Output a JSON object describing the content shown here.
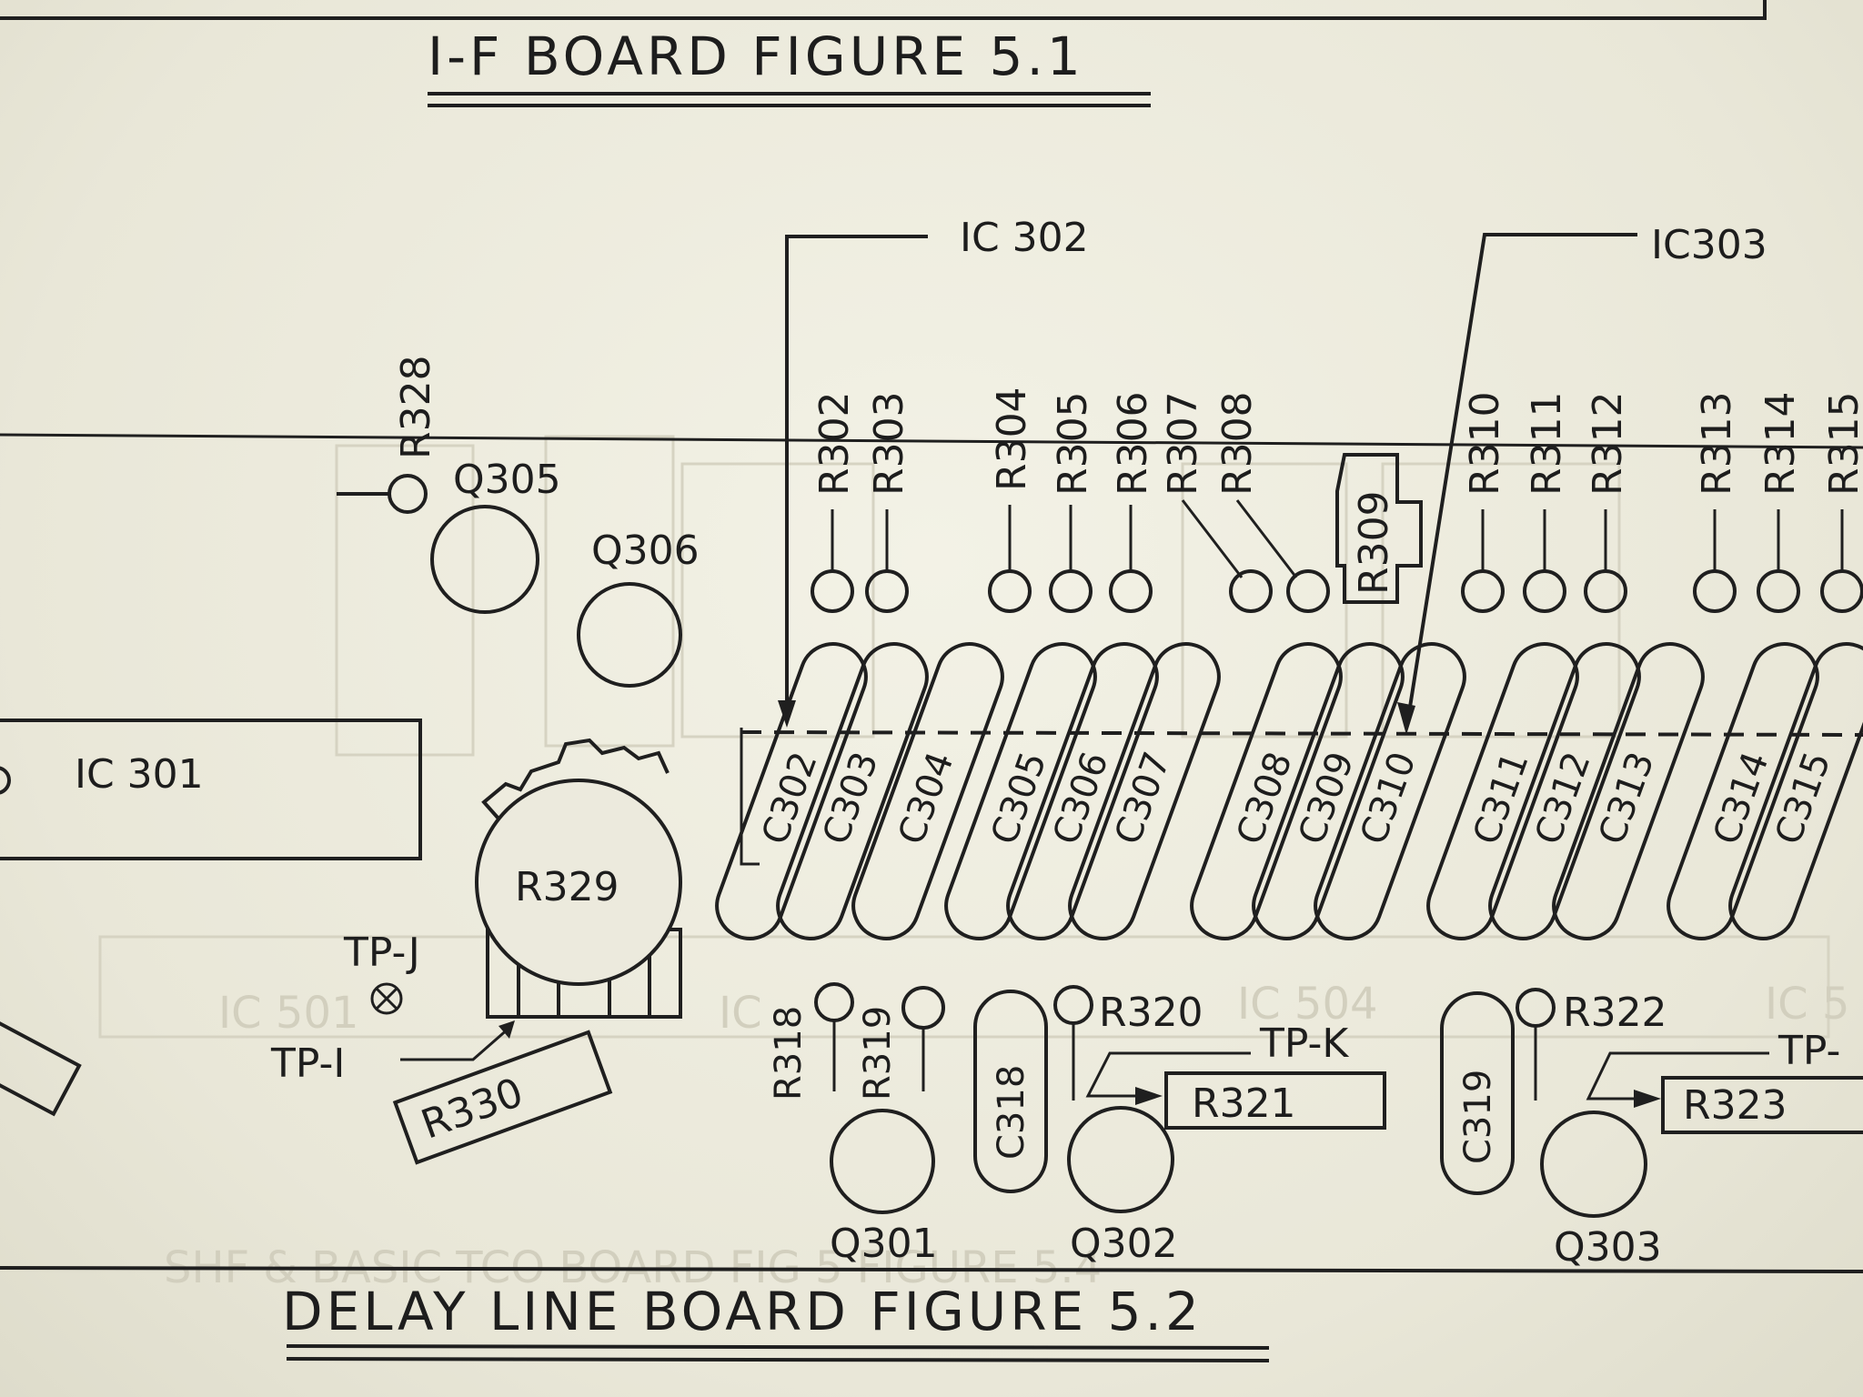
{
  "titles": {
    "top": "I-F  BOARD   FIGURE 5.1",
    "bottom": "DELAY  LINE  BOARD   FIGURE 5.2"
  },
  "ics": {
    "ic301": "IC 301",
    "ic302": "IC 302",
    "ic303": "IC303"
  },
  "top_resistors": [
    "R302",
    "R303",
    "R304",
    "R305",
    "R306",
    "R307",
    "R308",
    "R310",
    "R311",
    "R312",
    "R313",
    "R314",
    "R315"
  ],
  "side_resistors": {
    "r328": "R328",
    "r309": "R309"
  },
  "transistors": {
    "q305": "Q305",
    "q306": "Q306",
    "q301": "Q301",
    "q302": "Q302",
    "q303": "Q303"
  },
  "coils": [
    "C302",
    "C303",
    "C304",
    "C305",
    "C306",
    "C307",
    "C308",
    "C309",
    "C310",
    "C311",
    "C312",
    "C313",
    "C314",
    "C315"
  ],
  "bottom_parts": {
    "r318": "R318",
    "r319": "R319",
    "r320": "R320",
    "r321": "R321",
    "r322": "R322",
    "r323": "R323",
    "c318": "C318",
    "c319": "C319",
    "r329": "R329",
    "r330": "R330"
  },
  "test_points": {
    "tpj": "TP-J",
    "tpi": "TP-I",
    "tpk": "TP-K",
    "tpx": "TP-"
  }
}
